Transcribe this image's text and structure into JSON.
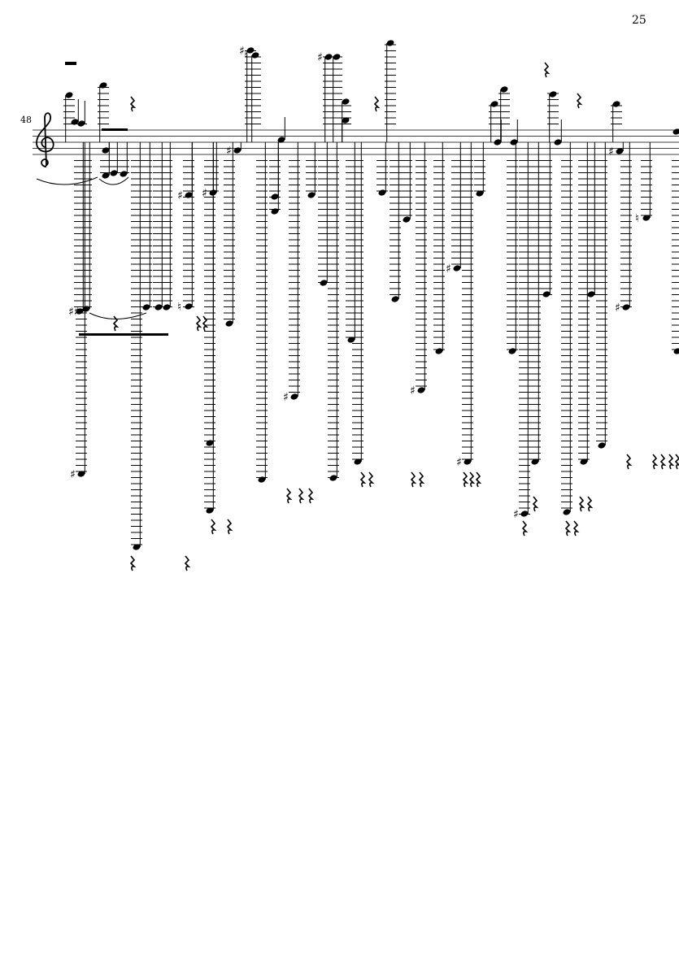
{
  "page": {
    "number": "25"
  },
  "score": {
    "measure_number": "48",
    "clef": "treble"
  },
  "colors": {
    "ink": "#000000",
    "paper": "#ffffff"
  }
}
